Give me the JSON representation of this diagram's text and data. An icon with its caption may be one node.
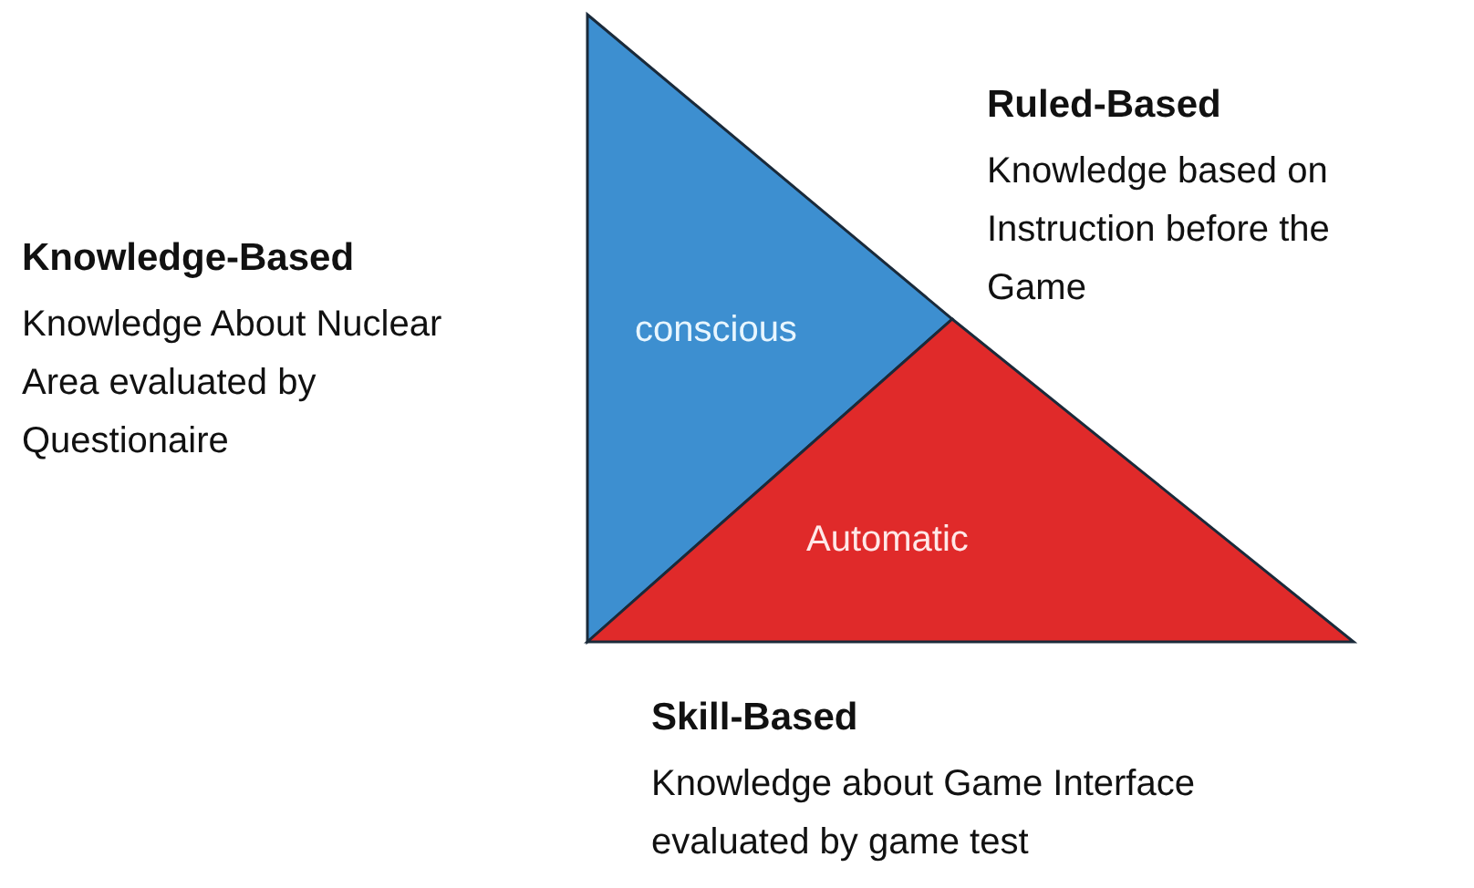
{
  "diagram": {
    "nodes": [
      {
        "text": [
          "conscious"
        ]
      },
      {
        "text": [
          "Automatic"
        ]
      }
    ],
    "labels": [
      "Ruled-Based",
      "Knowledge based on Instruction before the Game",
      "Knowledge-Based",
      "Knowledge About Nuclear Area evaluated by Questionaire",
      "Skill-Based",
      "Knowledge about Game Interface evaluated by game test"
    ]
  }
}
